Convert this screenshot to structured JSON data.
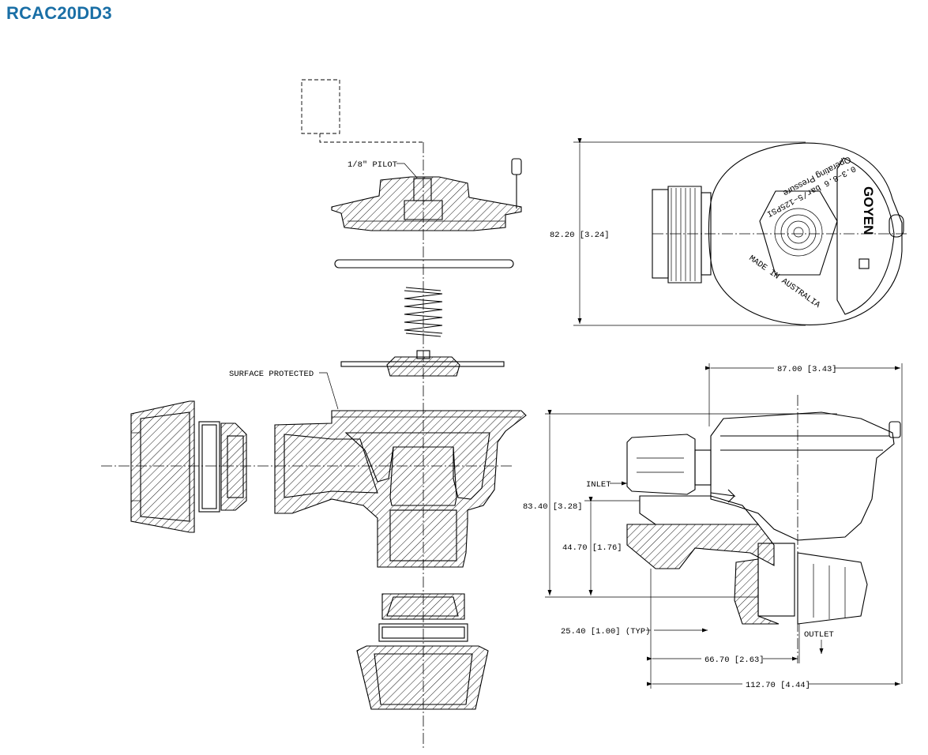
{
  "title": "RCAC20DD3",
  "labels": {
    "pilot": "1/8\" PILOT",
    "surface": "SURFACE PROTECTED",
    "inlet": "INLET",
    "outlet": "OUTLET",
    "pressure_line1": "Operating Pressure",
    "pressure_line2": "0.3–8.6 bar/5–125PSI",
    "made_in": "MADE IN AUSTRALIA",
    "brand": "GOYEN"
  },
  "dimensions": {
    "top_height": "82.20 [3.24]",
    "width_top": "87.00 [3.43]",
    "height_total": "83.40 [3.28]",
    "height_inlet": "44.70 [1.76]",
    "typ_offset": "25.40 [1.00] (TYP)",
    "outlet_offset": "66.70 [2.63]",
    "total_width": "112.70 [4.44]"
  }
}
